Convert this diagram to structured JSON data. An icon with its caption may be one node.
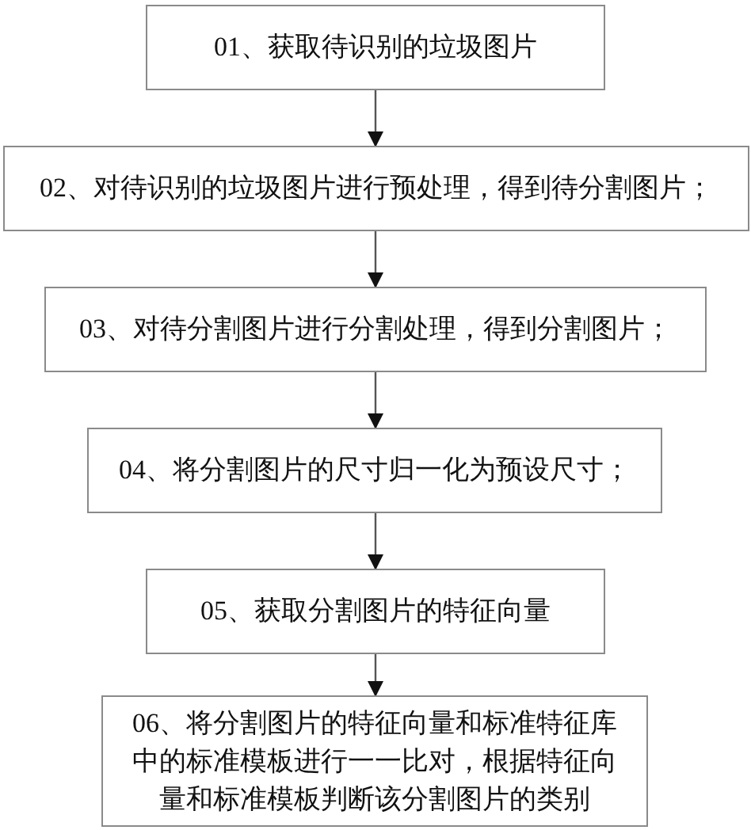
{
  "diagram": {
    "nodes": [
      {
        "text": [
          "01、获取待识别的垃圾图片"
        ]
      },
      {
        "text": [
          "02、对待识别的垃圾图片进行预处理，得到待分割图片；"
        ]
      },
      {
        "text": [
          "03、对待分割图片进行分割处理，得到分割图片；"
        ]
      },
      {
        "text": [
          "04、将分割图片的尺寸归一化为预设尺寸；"
        ]
      },
      {
        "text": [
          "05、获取分割图片的特征向量"
        ]
      },
      {
        "text": [
          "06、将分割图片的特征向量和标准特征库中的标准模板进行一一比对，根据特征向量和标准模板判断该分割图片的类别"
        ]
      }
    ],
    "edges": [
      {
        "from": 0,
        "to": 1,
        "arrow": "to"
      },
      {
        "from": 1,
        "to": 2,
        "arrow": "to"
      },
      {
        "from": 2,
        "to": 3,
        "arrow": "to"
      },
      {
        "from": 3,
        "to": 4,
        "arrow": "to"
      },
      {
        "from": 4,
        "to": 5,
        "arrow": "to"
      }
    ]
  }
}
